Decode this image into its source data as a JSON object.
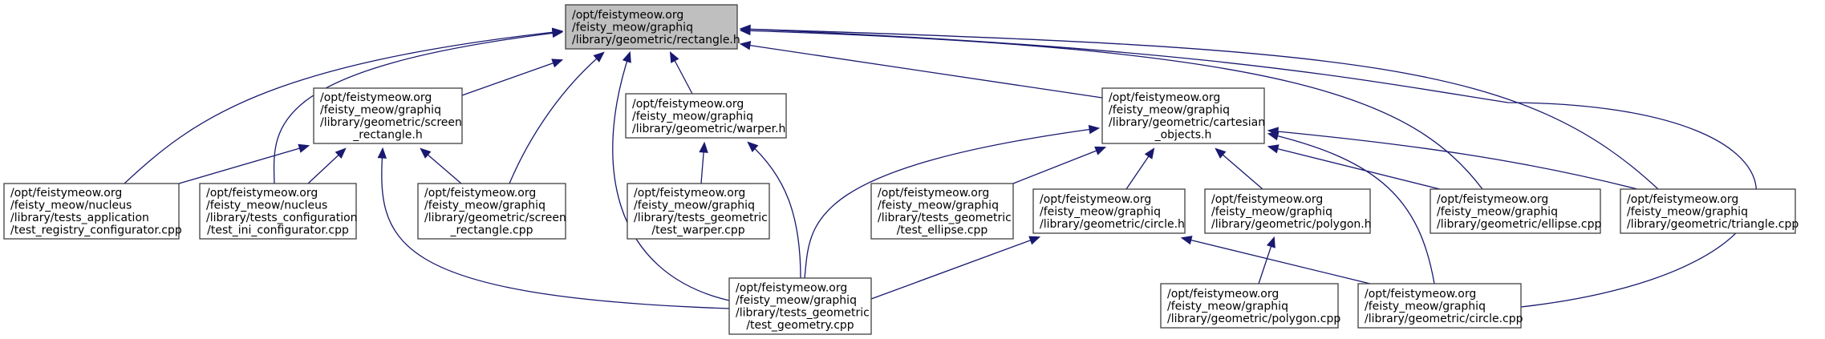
{
  "diagram": {
    "type": "include-dependency-graph",
    "colors": {
      "edge": "#191970",
      "root_fill": "#bfbfbf",
      "node_fill": "#ffffff",
      "node_border": "#404040"
    },
    "nodes": [
      {
        "id": "rectangle_h",
        "lines": [
          "/opt/feistymeow.org",
          "/feisty_meow/graphiq",
          "/library/geometric/rectangle.h"
        ],
        "root": true
      },
      {
        "id": "screen_rectangle_h",
        "lines": [
          "/opt/feistymeow.org",
          "/feisty_meow/graphiq",
          "/library/geometric/screen",
          "_rectangle.h"
        ]
      },
      {
        "id": "warper_h",
        "lines": [
          "/opt/feistymeow.org",
          "/feisty_meow/graphiq",
          "/library/geometric/warper.h"
        ]
      },
      {
        "id": "cartesian_objects_h",
        "lines": [
          "/opt/feistymeow.org",
          "/feisty_meow/graphiq",
          "/library/geometric/cartesian",
          "_objects.h"
        ]
      },
      {
        "id": "test_registry_configurator_cpp",
        "lines": [
          "/opt/feistymeow.org",
          "/feisty_meow/nucleus",
          "/library/tests_application",
          "/test_registry_configurator.cpp"
        ]
      },
      {
        "id": "test_ini_configurator_cpp",
        "lines": [
          "/opt/feistymeow.org",
          "/feisty_meow/nucleus",
          "/library/tests_configuration",
          "/test_ini_configurator.cpp"
        ]
      },
      {
        "id": "screen_rectangle_cpp",
        "lines": [
          "/opt/feistymeow.org",
          "/feisty_meow/graphiq",
          "/library/geometric/screen",
          "_rectangle.cpp"
        ]
      },
      {
        "id": "test_warper_cpp",
        "lines": [
          "/opt/feistymeow.org",
          "/feisty_meow/graphiq",
          "/library/tests_geometric",
          "/test_warper.cpp"
        ]
      },
      {
        "id": "test_ellipse_cpp",
        "lines": [
          "/opt/feistymeow.org",
          "/feisty_meow/graphiq",
          "/library/tests_geometric",
          "/test_ellipse.cpp"
        ]
      },
      {
        "id": "circle_h",
        "lines": [
          "/opt/feistymeow.org",
          "/feisty_meow/graphiq",
          "/library/geometric/circle.h"
        ]
      },
      {
        "id": "polygon_h",
        "lines": [
          "/opt/feistymeow.org",
          "/feisty_meow/graphiq",
          "/library/geometric/polygon.h"
        ]
      },
      {
        "id": "ellipse_cpp",
        "lines": [
          "/opt/feistymeow.org",
          "/feisty_meow/graphiq",
          "/library/geometric/ellipse.cpp"
        ]
      },
      {
        "id": "triangle_cpp",
        "lines": [
          "/opt/feistymeow.org",
          "/feisty_meow/graphiq",
          "/library/geometric/triangle.cpp"
        ]
      },
      {
        "id": "test_geometry_cpp",
        "lines": [
          "/opt/feistymeow.org",
          "/feisty_meow/graphiq",
          "/library/tests_geometric",
          "/test_geometry.cpp"
        ]
      },
      {
        "id": "polygon_cpp",
        "lines": [
          "/opt/feistymeow.org",
          "/feisty_meow/graphiq",
          "/library/geometric/polygon.cpp"
        ]
      },
      {
        "id": "circle_cpp",
        "lines": [
          "/opt/feistymeow.org",
          "/feisty_meow/graphiq",
          "/library/geometric/circle.cpp"
        ]
      }
    ],
    "edges": [
      {
        "from": "screen_rectangle_h",
        "to": "rectangle_h"
      },
      {
        "from": "test_registry_configurator_cpp",
        "to": "rectangle_h"
      },
      {
        "from": "test_ini_configurator_cpp",
        "to": "rectangle_h"
      },
      {
        "from": "screen_rectangle_cpp",
        "to": "rectangle_h"
      },
      {
        "from": "test_geometry_cpp",
        "to": "rectangle_h"
      },
      {
        "from": "warper_h",
        "to": "rectangle_h"
      },
      {
        "from": "cartesian_objects_h",
        "to": "rectangle_h"
      },
      {
        "from": "ellipse_cpp",
        "to": "rectangle_h"
      },
      {
        "from": "triangle_cpp",
        "to": "rectangle_h"
      },
      {
        "from": "circle_cpp",
        "to": "rectangle_h"
      },
      {
        "from": "test_registry_configurator_cpp",
        "to": "screen_rectangle_h"
      },
      {
        "from": "test_ini_configurator_cpp",
        "to": "screen_rectangle_h"
      },
      {
        "from": "screen_rectangle_cpp",
        "to": "screen_rectangle_h"
      },
      {
        "from": "test_geometry_cpp",
        "to": "screen_rectangle_h"
      },
      {
        "from": "test_warper_cpp",
        "to": "warper_h"
      },
      {
        "from": "test_geometry_cpp",
        "to": "warper_h"
      },
      {
        "from": "test_geometry_cpp",
        "to": "cartesian_objects_h"
      },
      {
        "from": "test_ellipse_cpp",
        "to": "cartesian_objects_h"
      },
      {
        "from": "circle_h",
        "to": "cartesian_objects_h"
      },
      {
        "from": "polygon_h",
        "to": "cartesian_objects_h"
      },
      {
        "from": "ellipse_cpp",
        "to": "cartesian_objects_h"
      },
      {
        "from": "triangle_cpp",
        "to": "cartesian_objects_h"
      },
      {
        "from": "circle_cpp",
        "to": "cartesian_objects_h"
      },
      {
        "from": "test_geometry_cpp",
        "to": "circle_h"
      },
      {
        "from": "circle_cpp",
        "to": "circle_h"
      },
      {
        "from": "polygon_cpp",
        "to": "polygon_h"
      }
    ]
  }
}
